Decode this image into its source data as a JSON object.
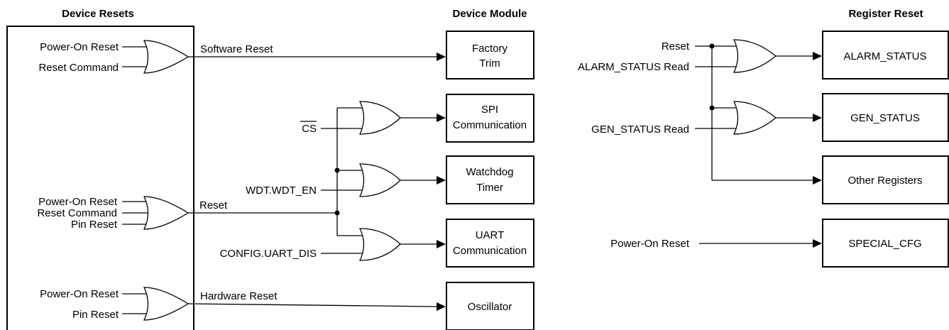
{
  "headers": {
    "device_resets": "Device Resets",
    "device_module": "Device Module",
    "register_reset": "Register Reset"
  },
  "inputs": {
    "g1_a": "Power-On Reset",
    "g1_b": "Reset Command",
    "g2_a": "Power-On Reset",
    "g2_b": "Reset Command",
    "g2_c": "Pin Reset",
    "g3_a": "Power-On Reset",
    "g3_b": "Pin Reset"
  },
  "signals": {
    "software_reset": "Software Reset",
    "reset": "Reset",
    "hardware_reset": "Hardware Reset",
    "cs": "CS",
    "wdt_en": "WDT.WDT_EN",
    "uart_dis": "CONFIG.UART_DIS",
    "reg_reset": "Reset",
    "alarm_status_read": "ALARM_STATUS Read",
    "gen_status_read": "GEN_STATUS Read",
    "power_on_reset": "Power-On Reset"
  },
  "modules": {
    "factory_trim": [
      "Factory",
      "Trim"
    ],
    "spi": [
      "SPI",
      "Communication"
    ],
    "watchdog": [
      "Watchdog",
      "Timer"
    ],
    "uart": [
      "UART",
      "Communication"
    ],
    "oscillator": [
      "Oscillator"
    ]
  },
  "registers": {
    "alarm_status": "ALARM_STATUS",
    "gen_status": "GEN_STATUS",
    "other": "Other Registers",
    "special_cfg": "SPECIAL_CFG"
  }
}
